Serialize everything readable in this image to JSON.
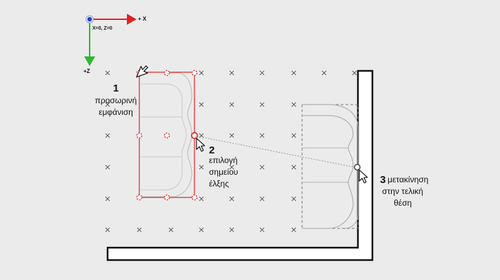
{
  "axes": {
    "x_label": "+ X",
    "z_label": "+Z",
    "origin_label": "X=0, Z=0",
    "x_color": "#e02020",
    "z_color": "#2eb82e",
    "origin_color": "#1f3fd1"
  },
  "steps": [
    {
      "number": "1",
      "lines": [
        "προσωρινή",
        "εμφάνιση"
      ]
    },
    {
      "number": "2",
      "lines": [
        "επιλογή",
        "σημείου",
        "έλξης"
      ]
    },
    {
      "number": "3",
      "lines": [
        "μετακίνηση",
        "στην τελική",
        "θέση"
      ]
    }
  ],
  "colors": {
    "background": "#ebebeb",
    "preview": "#e03030",
    "sofa_outline": "#b8b8b8",
    "wall": "#111111",
    "grid_mark": "#555555"
  },
  "icons": [
    "cursor-arrow-icon",
    "snap-point-icon"
  ]
}
